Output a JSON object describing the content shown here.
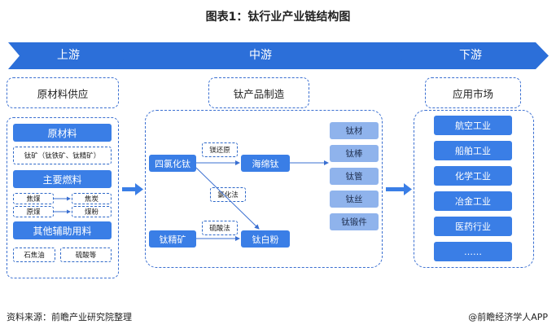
{
  "title": "图表1：钛行业产业链结构图",
  "bands": {
    "upstream": "上游",
    "midstream": "中游",
    "downstream": "下游"
  },
  "upstream": {
    "header": "原材料供应",
    "raw_materials_label": "原材料",
    "raw_materials_detail": "钛矿（钛铁矿、钛精矿）",
    "main_fuel_label": "主要燃料",
    "fuel_left": [
      "焦煤",
      "原煤"
    ],
    "fuel_right": [
      "焦炭",
      "煤粉"
    ],
    "aux_label": "其他辅助用料",
    "aux_items": [
      "石焦油",
      "硫酸等"
    ]
  },
  "midstream": {
    "header": "钛产品制造",
    "ticl4": "四氯化钛",
    "sponge": "海绵钛",
    "ti_conc": "钛精矿",
    "ti_white": "钛白粉",
    "process_reduction": "镁还原",
    "process_chloride": "氯化法",
    "process_sulfate": "硫酸法",
    "products": [
      "钛材",
      "钛棒",
      "钛管",
      "钛丝",
      "钛锻件"
    ]
  },
  "downstream": {
    "header": "应用市场",
    "markets": [
      "航空工业",
      "船舶工业",
      "化学工业",
      "冶金工业",
      "医药行业",
      "……"
    ]
  },
  "footer": {
    "source": "资料来源：前瞻产业研究院整理",
    "brand": "@前瞻经济学人APP"
  },
  "colors": {
    "band": "#2c6fd9",
    "box": "#3a7ee6",
    "light": "#8fb3ec",
    "dash": "#3a6fd1"
  }
}
